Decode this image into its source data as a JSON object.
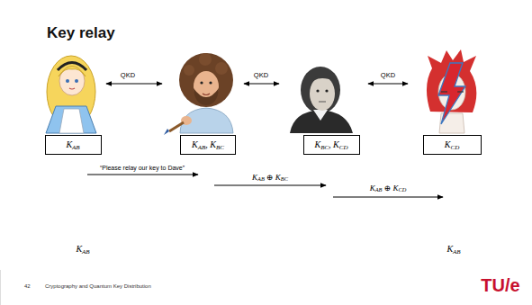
{
  "diagram": {
    "title": "Key relay",
    "nodes": [
      {
        "text": [
          "KAB"
        ]
      },
      {
        "text": [
          "KAB, KBC"
        ]
      },
      {
        "text": [
          "KBC, KCD"
        ]
      },
      {
        "text": [
          "KCD"
        ]
      }
    ],
    "labels": [
      "QKD",
      "QKD",
      "QKD",
      "“Please relay our key to Dave”",
      "KAB ⊕ KBC",
      "KAB ⊕ KCD",
      "KAB",
      "KAB",
      "42",
      "Cryptography and Quantum Key Distribution",
      "TU/e"
    ]
  }
}
